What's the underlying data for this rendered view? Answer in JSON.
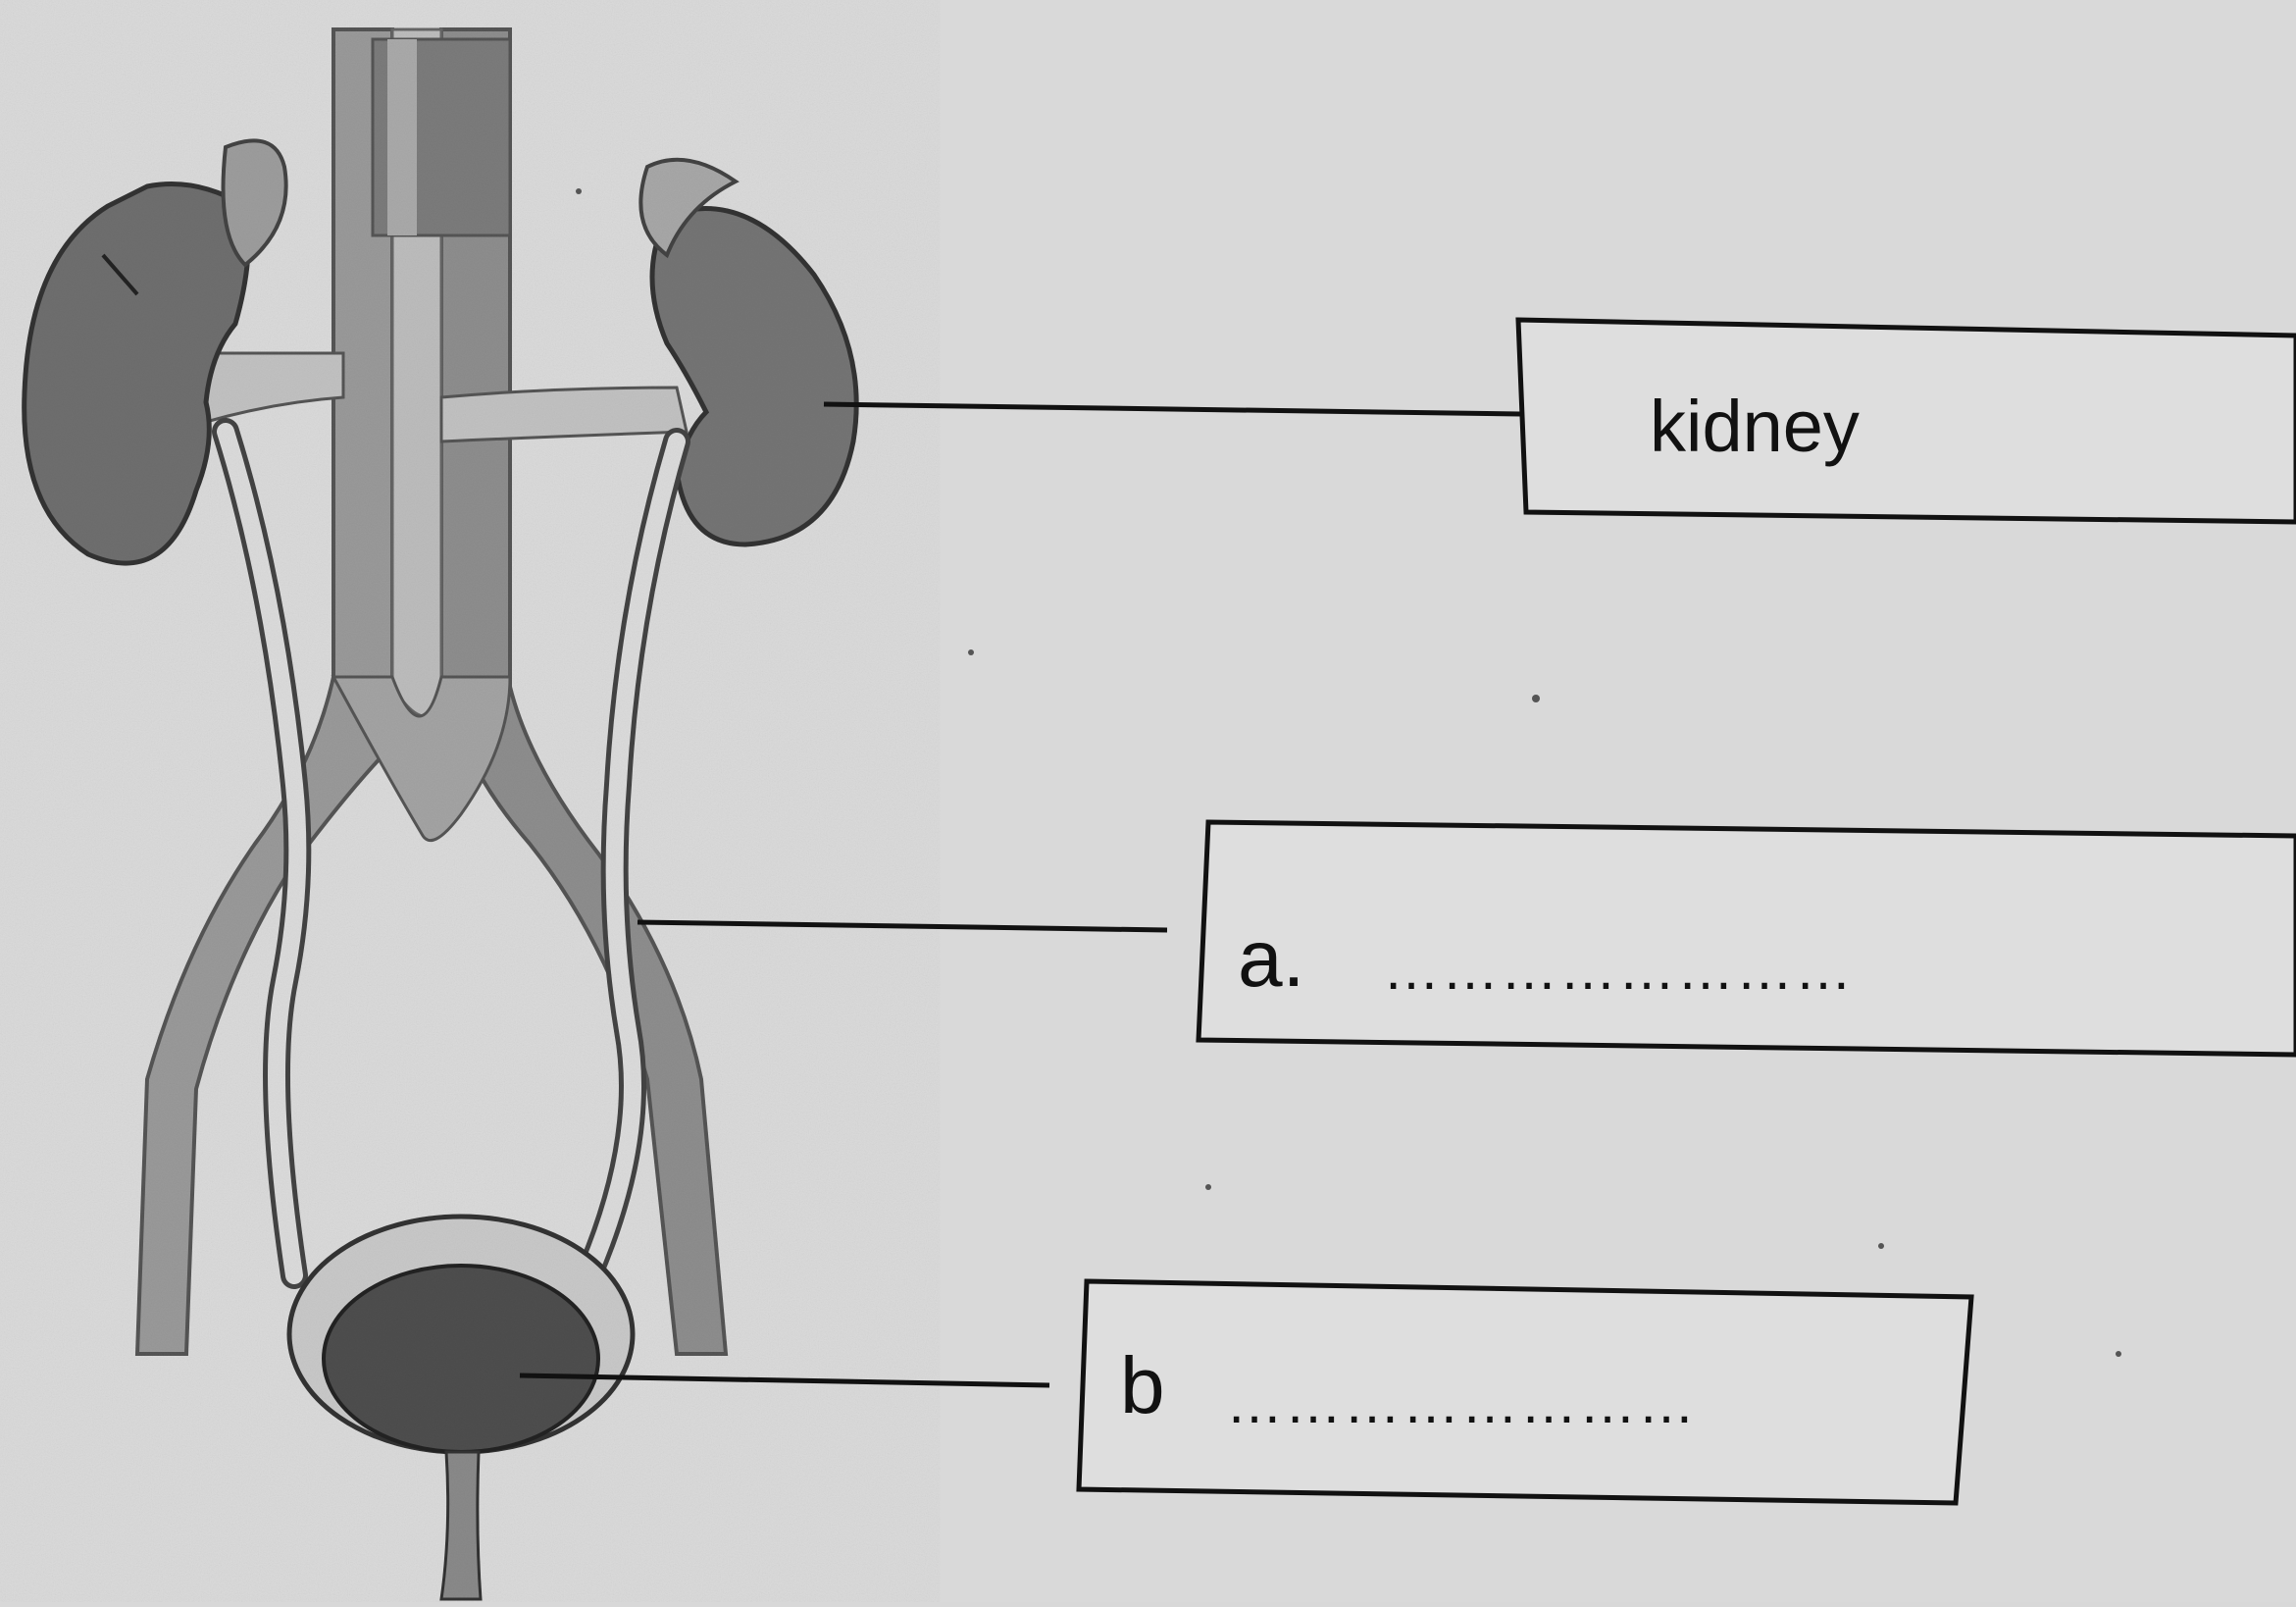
{
  "diagram": {
    "type": "labelled-diagram",
    "subject": "urinary system",
    "labels": {
      "kidney": "kidney",
      "a": "a.",
      "a_blank": "……………………",
      "b": "b",
      "b_blank": "……………………"
    }
  }
}
